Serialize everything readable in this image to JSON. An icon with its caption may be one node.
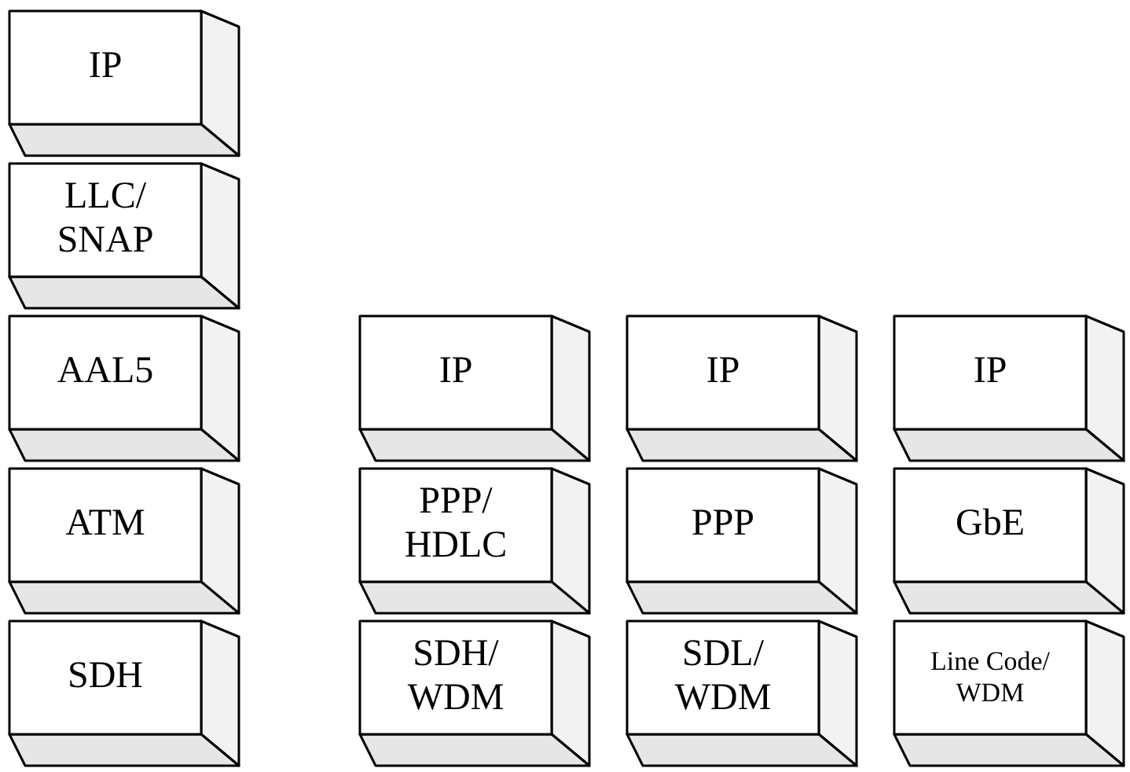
{
  "diagram": {
    "nodes": [
      {
        "text": [
          "IP"
        ]
      },
      {
        "text": [
          "LLC/ SNAP"
        ]
      },
      {
        "text": [
          "AAL5"
        ]
      },
      {
        "text": [
          "IP"
        ]
      },
      {
        "text": [
          "IP"
        ]
      },
      {
        "text": [
          "IP"
        ]
      },
      {
        "text": [
          "ATM"
        ]
      },
      {
        "text": [
          "PPP/ HDLC"
        ]
      },
      {
        "text": [
          "PPP"
        ]
      },
      {
        "text": [
          "GbE"
        ]
      },
      {
        "text": [
          "SDH"
        ]
      },
      {
        "text": [
          "SDH/ WDM"
        ]
      },
      {
        "text": [
          "SDL/ WDM"
        ]
      },
      {
        "text": [
          "Line Code/ WDM"
        ]
      }
    ]
  }
}
